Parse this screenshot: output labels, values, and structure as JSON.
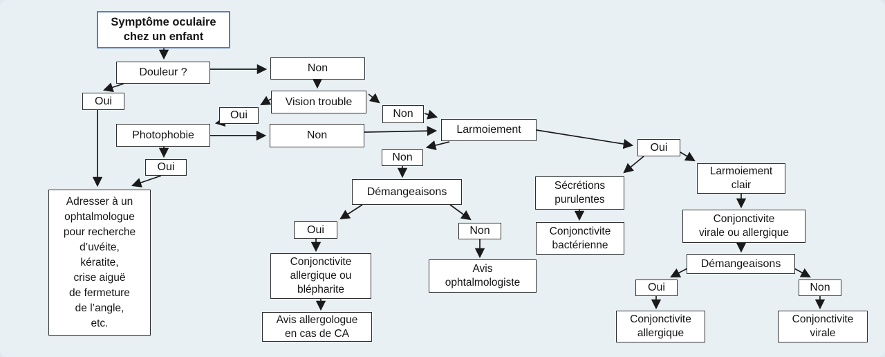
{
  "figure": {
    "description_language": "fr",
    "type": "decision-flowchart"
  },
  "colors": {
    "background": "#e8f0f4",
    "box_fill": "#ffffff",
    "box_border": "#2e2e2e",
    "start_box_border": "#5b7cb8",
    "text": "#141414",
    "arrow": "#1a1a1a"
  },
  "nodes": {
    "start": {
      "label": "Symptôme oculaire\nchez un enfant"
    },
    "douleur": {
      "label": "Douleur ?"
    },
    "non_douleur": {
      "label": "Non"
    },
    "oui_douleur": {
      "label": "Oui"
    },
    "vision": {
      "label": "Vision trouble"
    },
    "oui_vision": {
      "label": "Oui"
    },
    "non_vision": {
      "label": "Non"
    },
    "photophobie": {
      "label": "Photophobie"
    },
    "non_photophobie": {
      "label": "Non"
    },
    "larmoiement": {
      "label": "Larmoiement"
    },
    "oui_photophobie": {
      "label": "Oui"
    },
    "non_larmoiement": {
      "label": "Non"
    },
    "demangeaisons_1": {
      "label": "Démangeaisons"
    },
    "adresser": {
      "label": "Adresser à un\nophtalmologue\npour recherche\nd’uvéite,\nkératite,\ncrise aiguë\nde fermeture\nde l’angle,\netc."
    },
    "oui_demangeaisons_1": {
      "label": "Oui"
    },
    "non_demangeaisons_1": {
      "label": "Non"
    },
    "conjonctivite_allergique_blepharite": {
      "label": "Conjonctivite\nallergique ou\nblépharite"
    },
    "avis_ophtalmologiste": {
      "label": "Avis\nophtalmologiste"
    },
    "avis_allergologue": {
      "label": "Avis allergologue\nen cas de CA"
    },
    "secretions_purulentes": {
      "label": "Sécrétions\npurulentes"
    },
    "conjonctivite_bacterienne": {
      "label": "Conjonctivite\nbactérienne"
    },
    "oui_larmoiement": {
      "label": "Oui"
    },
    "larmoiement_clair": {
      "label": "Larmoiement\nclair"
    },
    "conjonctivite_virale_allergique": {
      "label": "Conjonctivite\nvirale ou allergique"
    },
    "demangeaisons_2": {
      "label": "Démangeaisons"
    },
    "oui_demangeaisons_2": {
      "label": "Oui"
    },
    "non_demangeaisons_2": {
      "label": "Non"
    },
    "conjonctivite_allergique": {
      "label": "Conjonctivite\nallergique"
    },
    "conjonctivite_virale": {
      "label": "Conjonctivite\nvirale"
    }
  },
  "edges": [
    {
      "from": "start",
      "to": "douleur"
    },
    {
      "from": "douleur",
      "to": "non_douleur"
    },
    {
      "from": "douleur",
      "to": "oui_douleur"
    },
    {
      "from": "oui_douleur",
      "to": "adresser"
    },
    {
      "from": "non_douleur",
      "to": "vision"
    },
    {
      "from": "vision",
      "to": "oui_vision"
    },
    {
      "from": "oui_vision",
      "to": "photophobie"
    },
    {
      "from": "vision",
      "to": "non_vision"
    },
    {
      "from": "non_vision",
      "to": "larmoiement"
    },
    {
      "from": "photophobie",
      "to": "non_photophobie"
    },
    {
      "from": "non_photophobie",
      "to": "larmoiement"
    },
    {
      "from": "photophobie",
      "to": "oui_photophobie"
    },
    {
      "from": "oui_photophobie",
      "to": "adresser"
    },
    {
      "from": "larmoiement",
      "to": "non_larmoiement"
    },
    {
      "from": "non_larmoiement",
      "to": "demangeaisons_1"
    },
    {
      "from": "larmoiement",
      "to": "oui_larmoiement"
    },
    {
      "from": "demangeaisons_1",
      "to": "oui_demangeaisons_1"
    },
    {
      "from": "oui_demangeaisons_1",
      "to": "conjonctivite_allergique_blepharite"
    },
    {
      "from": "conjonctivite_allergique_blepharite",
      "to": "avis_allergologue"
    },
    {
      "from": "demangeaisons_1",
      "to": "non_demangeaisons_1"
    },
    {
      "from": "non_demangeaisons_1",
      "to": "avis_ophtalmologiste"
    },
    {
      "from": "oui_larmoiement",
      "to": "secretions_purulentes"
    },
    {
      "from": "secretions_purulentes",
      "to": "conjonctivite_bacterienne"
    },
    {
      "from": "oui_larmoiement",
      "to": "larmoiement_clair"
    },
    {
      "from": "larmoiement_clair",
      "to": "conjonctivite_virale_allergique"
    },
    {
      "from": "conjonctivite_virale_allergique",
      "to": "demangeaisons_2"
    },
    {
      "from": "demangeaisons_2",
      "to": "oui_demangeaisons_2"
    },
    {
      "from": "oui_demangeaisons_2",
      "to": "conjonctivite_allergique"
    },
    {
      "from": "demangeaisons_2",
      "to": "non_demangeaisons_2"
    },
    {
      "from": "non_demangeaisons_2",
      "to": "conjonctivite_virale"
    }
  ]
}
